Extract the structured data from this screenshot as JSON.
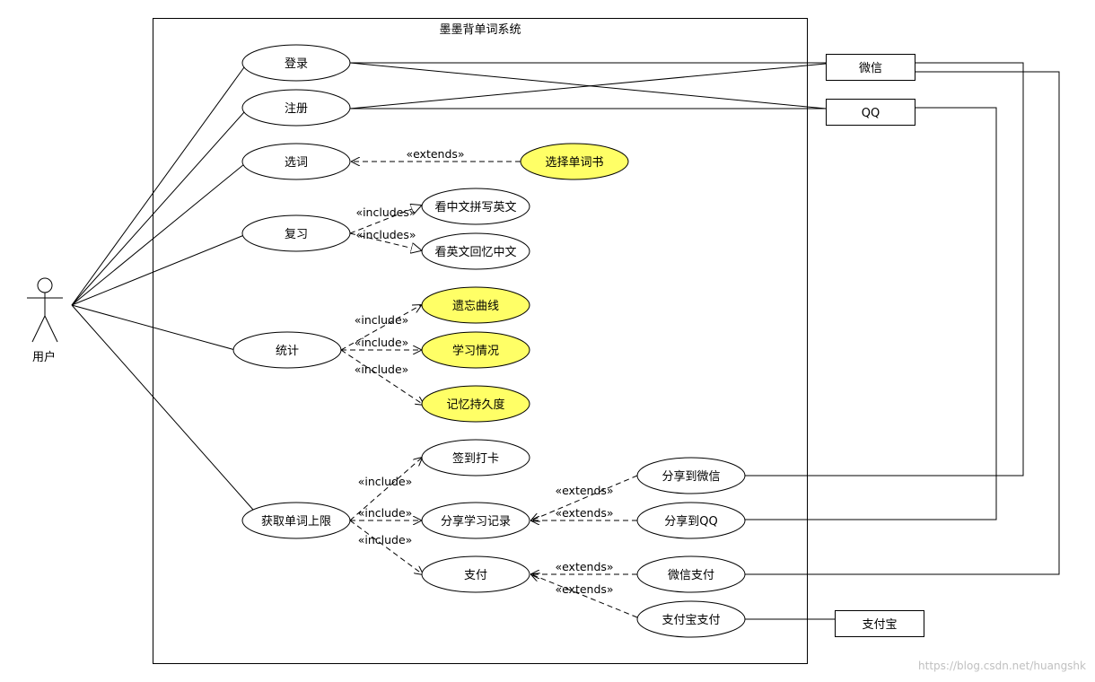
{
  "system": {
    "title": "墨墨背单词系统"
  },
  "actor": {
    "label": "用户"
  },
  "use_cases": [
    {
      "id": "login",
      "label": "登录",
      "highlight": false
    },
    {
      "id": "register",
      "label": "注册",
      "highlight": false
    },
    {
      "id": "select-word",
      "label": "选词",
      "highlight": false
    },
    {
      "id": "choose-book",
      "label": "选择单词书",
      "highlight": true
    },
    {
      "id": "review",
      "label": "复习",
      "highlight": false
    },
    {
      "id": "cn-to-en",
      "label": "看中文拼写英文",
      "highlight": false
    },
    {
      "id": "en-to-cn",
      "label": "看英文回忆中文",
      "highlight": false
    },
    {
      "id": "stats",
      "label": "统计",
      "highlight": false
    },
    {
      "id": "forget-curve",
      "label": "遗忘曲线",
      "highlight": true
    },
    {
      "id": "study-status",
      "label": "学习情况",
      "highlight": true
    },
    {
      "id": "memory-duration",
      "label": "记忆持久度",
      "highlight": true
    },
    {
      "id": "word-limit",
      "label": "获取单词上限",
      "highlight": false
    },
    {
      "id": "check-in",
      "label": "签到打卡",
      "highlight": false
    },
    {
      "id": "share-record",
      "label": "分享学习记录",
      "highlight": false
    },
    {
      "id": "pay",
      "label": "支付",
      "highlight": false
    },
    {
      "id": "share-wechat",
      "label": "分享到微信",
      "highlight": false
    },
    {
      "id": "share-qq",
      "label": "分享到QQ",
      "highlight": false
    },
    {
      "id": "wechat-pay",
      "label": "微信支付",
      "highlight": false
    },
    {
      "id": "alipay-pay",
      "label": "支付宝支付",
      "highlight": false
    }
  ],
  "external_systems": [
    {
      "id": "wechat",
      "label": "微信"
    },
    {
      "id": "qq",
      "label": "QQ"
    },
    {
      "id": "alipay",
      "label": "支付宝"
    }
  ],
  "stereotypes": {
    "extends": "«extends»",
    "includes": "«includes»",
    "include": "«include»"
  },
  "watermark": "https://blog.csdn.net/huangshk",
  "colors": {
    "highlight": "#ffff66",
    "plain": "#ffffff",
    "stroke": "#000000"
  }
}
